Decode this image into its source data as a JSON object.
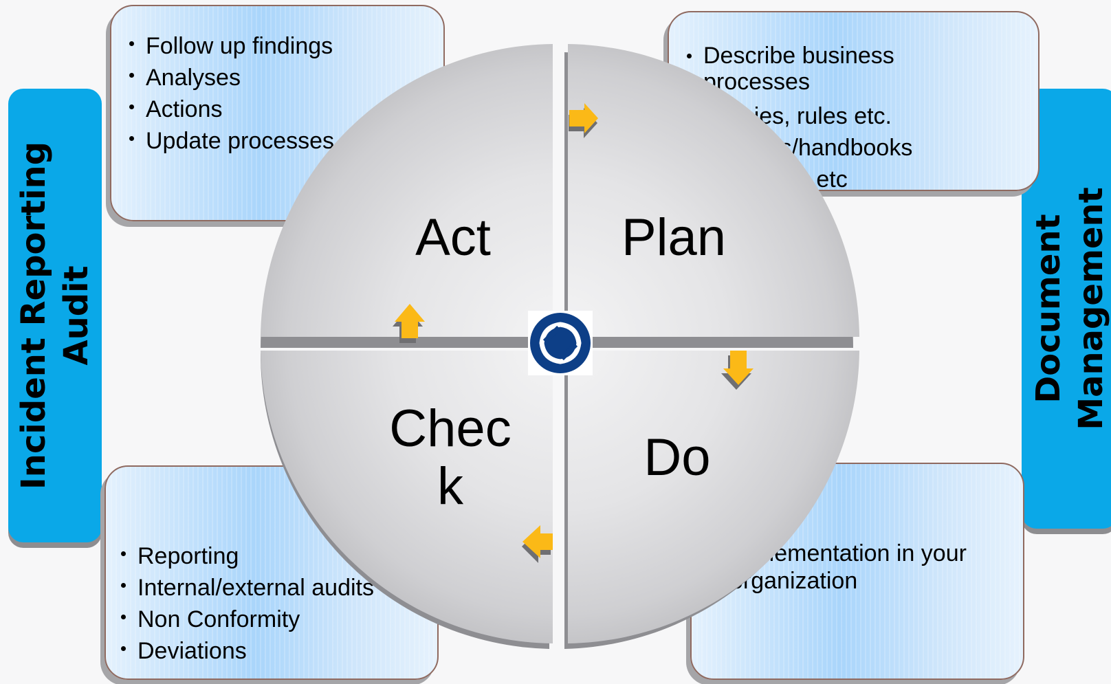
{
  "side_labels": {
    "left": {
      "line1": "Incident  Reporting",
      "line2": "Audit"
    },
    "right": {
      "line1": "Document",
      "line2": "Management"
    }
  },
  "cards": {
    "act": [
      "Follow up findings",
      "Analyses",
      "Actions",
      "Update processes"
    ],
    "plan": [
      "Describe business processes",
      "Policies, rules etc.",
      "Manuals/handbooks",
      "Checklists etc"
    ],
    "check": [
      "Reporting",
      "Internal/external audits",
      "Non Conformity",
      "Deviations"
    ],
    "do": [
      "Implementation in your organization"
    ]
  },
  "quadrants": {
    "act": "Act",
    "plan": "Plan",
    "check_line1": "Chec",
    "check_line2": "k",
    "do": "Do"
  },
  "colors": {
    "arrow": "#fbb917",
    "side_bar": "#0aa8e8",
    "logo": "#0d3f87"
  },
  "icons": {
    "logo": "circle-logo-icon",
    "arrows": [
      "arrow-right-icon",
      "arrow-down-icon",
      "arrow-left-icon",
      "arrow-up-icon"
    ]
  }
}
